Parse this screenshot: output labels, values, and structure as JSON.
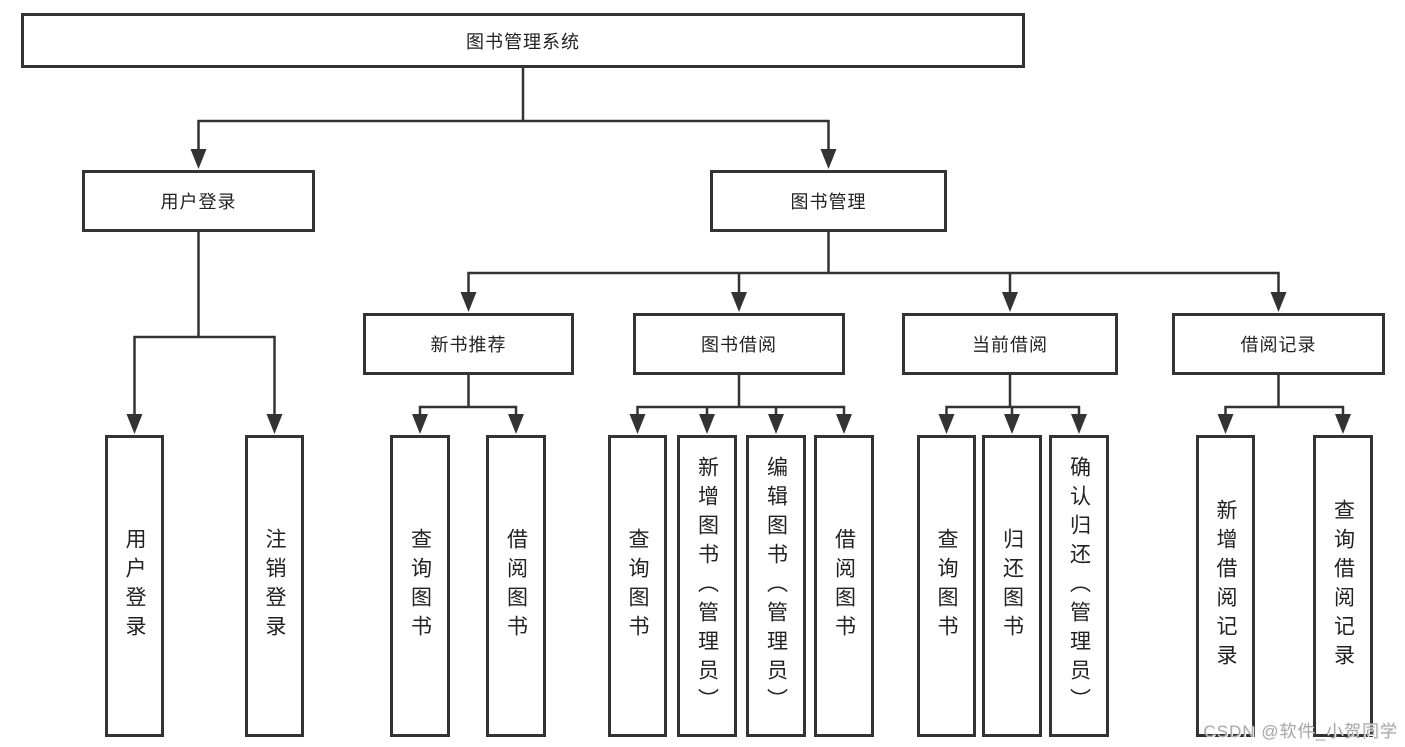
{
  "tree": {
    "label": "图书管理系统",
    "children": [
      {
        "label": "用户登录",
        "children": [
          {
            "label": "用户登录"
          },
          {
            "label": "注销登录"
          }
        ]
      },
      {
        "label": "图书管理",
        "children": [
          {
            "label": "新书推荐",
            "children": [
              {
                "label": "查询图书"
              },
              {
                "label": "借阅图书"
              }
            ]
          },
          {
            "label": "图书借阅",
            "children": [
              {
                "label": "查询图书"
              },
              {
                "label": "新增图书（管理员）"
              },
              {
                "label": "编辑图书（管理员）"
              },
              {
                "label": "借阅图书"
              }
            ]
          },
          {
            "label": "当前借阅",
            "children": [
              {
                "label": "查询图书"
              },
              {
                "label": "归还图书"
              },
              {
                "label": "确认归还（管理员）"
              }
            ]
          },
          {
            "label": "借阅记录",
            "children": [
              {
                "label": "新增借阅记录"
              },
              {
                "label": "查询借阅记录"
              }
            ]
          }
        ]
      }
    ]
  },
  "watermark": "CSDN @软件_小贺同学",
  "colors": {
    "line": "#333333",
    "text": "#222222",
    "background": "#ffffff",
    "watermark": "#a9a9a9"
  }
}
